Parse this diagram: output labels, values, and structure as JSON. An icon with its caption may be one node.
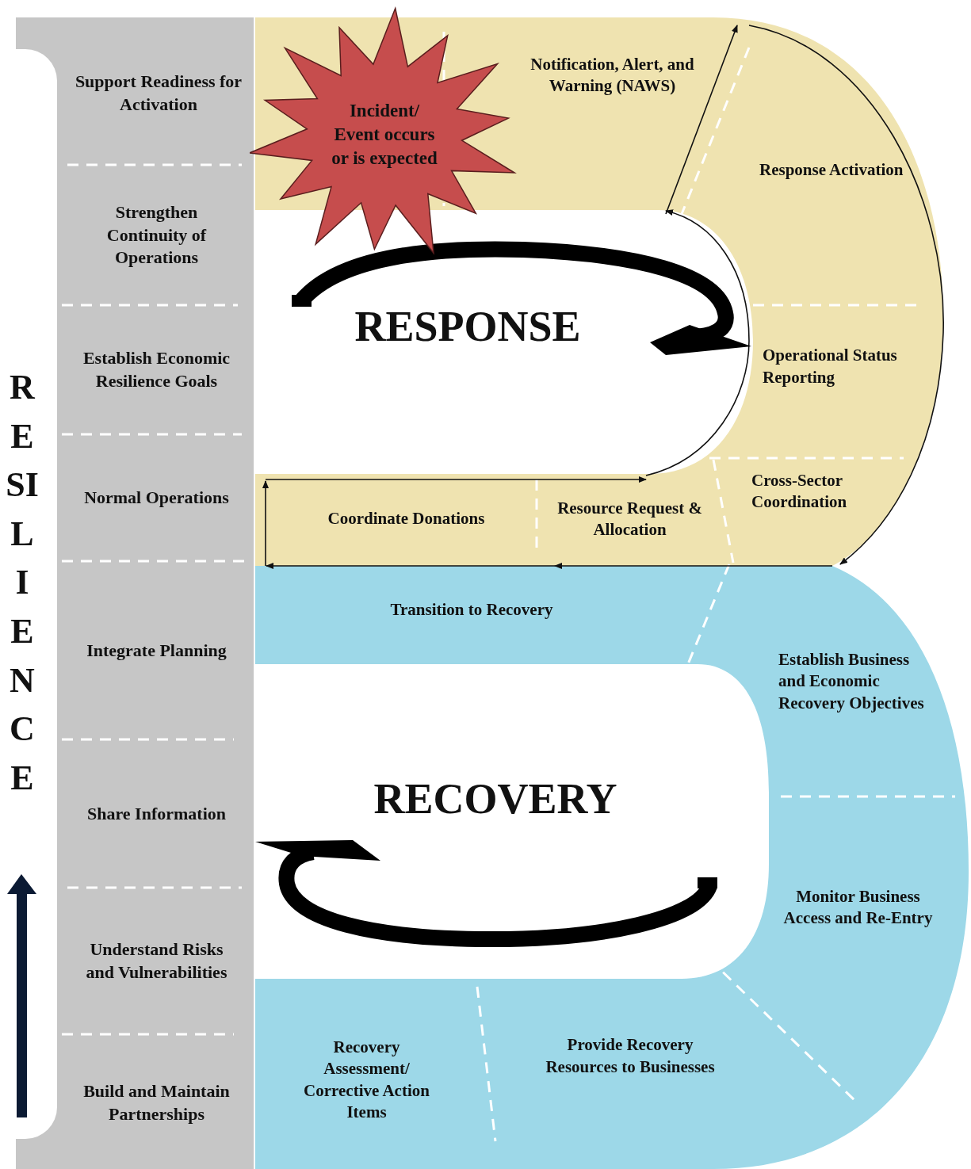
{
  "diagram": {
    "nodes": [
      {
        "text": [
          "Support Readiness for Activation"
        ]
      },
      {
        "text": [
          "Strengthen Continuity of Operations"
        ]
      },
      {
        "text": [
          "Establish Economic Resilience Goals"
        ]
      },
      {
        "text": [
          "Normal Operations"
        ]
      },
      {
        "text": [
          "Integrate Planning"
        ]
      },
      {
        "text": [
          "Share Information"
        ]
      },
      {
        "text": [
          "Understand Risks and Vulnerabilities"
        ]
      },
      {
        "text": [
          "Build and Maintain Partnerships"
        ]
      },
      {
        "text": [
          "Incident/ Event occurs or is expected"
        ]
      },
      {
        "text": [
          "Notification, Alert, and Warning (NAWS)"
        ]
      },
      {
        "text": [
          "Response Activation"
        ]
      },
      {
        "text": [
          "Operational Status Reporting"
        ]
      },
      {
        "text": [
          "Cross-Sector Coordination"
        ]
      },
      {
        "text": [
          "Resource Request & Allocation"
        ]
      },
      {
        "text": [
          "Coordinate Donations"
        ]
      },
      {
        "text": [
          "Transition to Recovery"
        ]
      },
      {
        "text": [
          "Establish Business and Economic Recovery Objectives"
        ]
      },
      {
        "text": [
          "Monitor Business Access and Re-Entry"
        ]
      },
      {
        "text": [
          "Provide Recovery Resources to Businesses"
        ]
      },
      {
        "text": [
          "Recovery Assessment/ Corrective Action Items"
        ]
      }
    ],
    "labels": [
      "RESILIENCE",
      "RESPONSE",
      "RECOVERY"
    ]
  }
}
